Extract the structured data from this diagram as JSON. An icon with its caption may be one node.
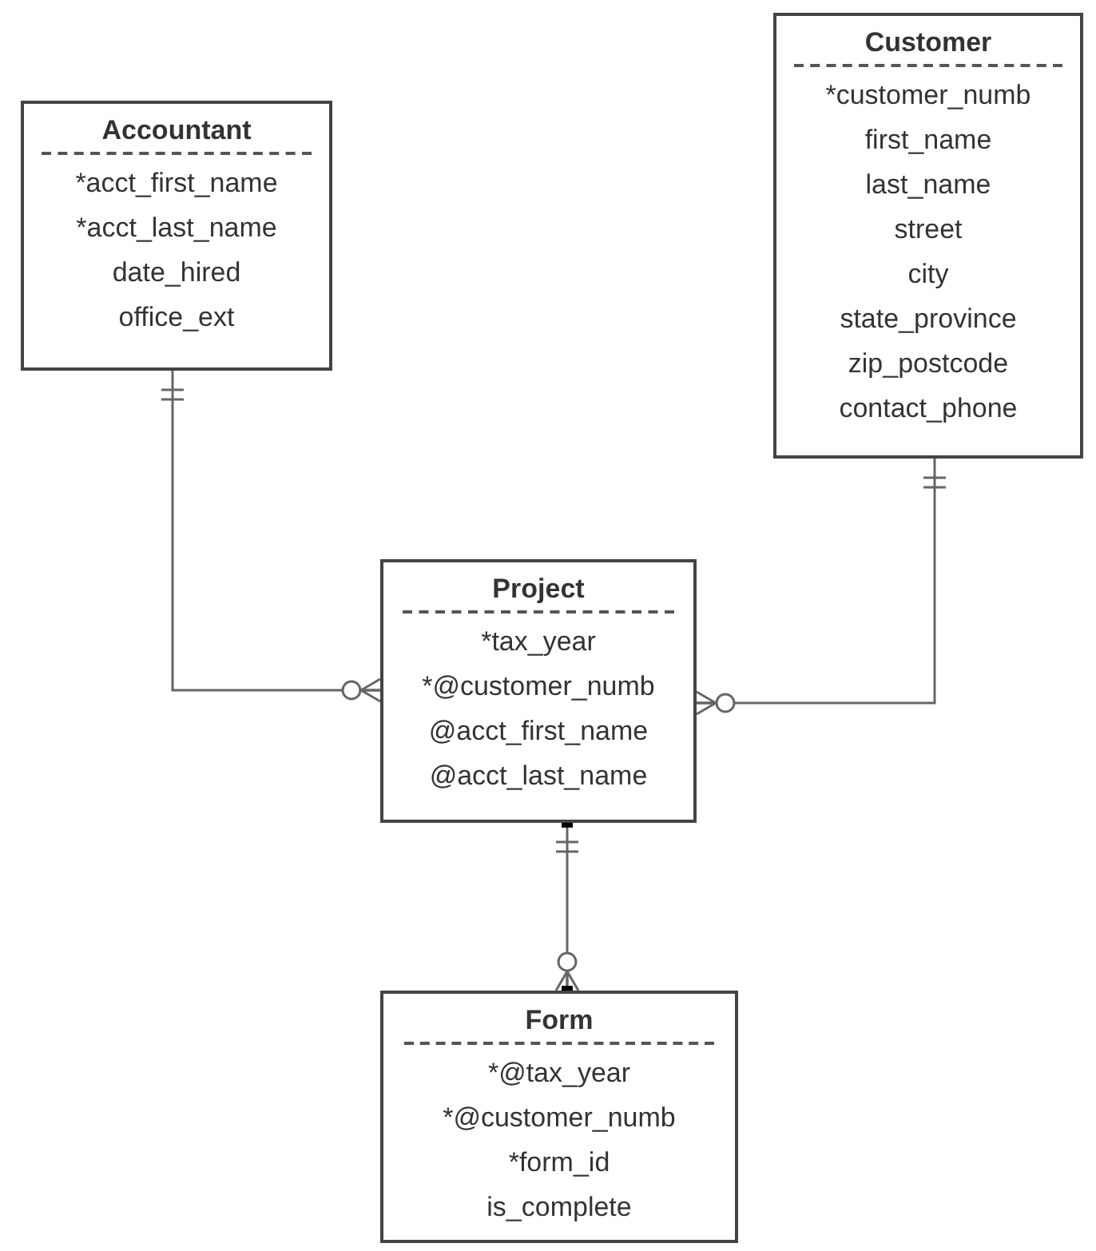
{
  "diagram": {
    "nodes": [
      {
        "text": [
          "Accountant",
          "*acct_first_name",
          "*acct_last_name",
          "date_hired",
          "office_ext"
        ]
      },
      {
        "text": [
          "Customer",
          "*customer_numb",
          "first_name",
          "last_name",
          "street",
          "city",
          "state_province",
          "zip_postcode",
          "contact_phone"
        ]
      },
      {
        "text": [
          "Project",
          "*tax_year",
          "*@customer_numb",
          "@acct_first_name",
          "@acct_last_name"
        ]
      },
      {
        "text": [
          "Form",
          "*@tax_year",
          "*@customer_numb",
          "*form_id",
          "is_complete"
        ]
      }
    ],
    "edges": [
      {
        "from": 0,
        "to": 2,
        "arrow": "other"
      },
      {
        "from": 1,
        "to": 2,
        "arrow": "other"
      },
      {
        "from": 2,
        "to": 3,
        "arrow": "other"
      }
    ]
  }
}
